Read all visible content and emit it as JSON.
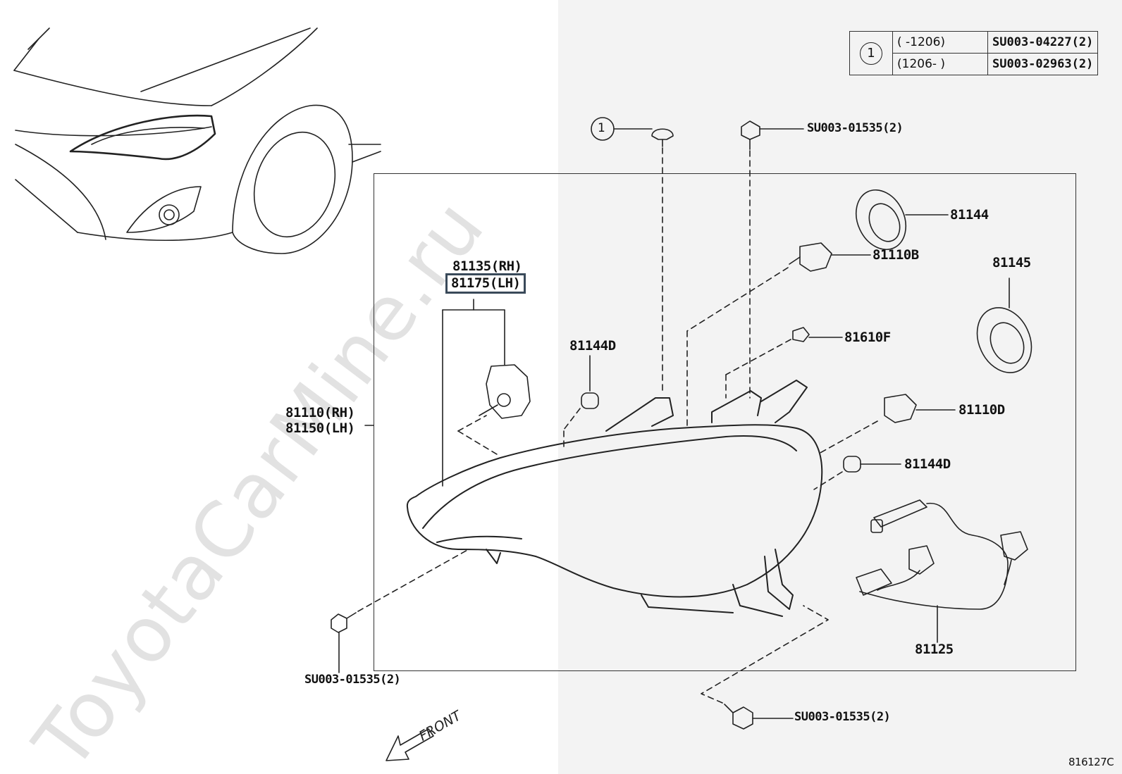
{
  "reference_table": {
    "symbol": "1",
    "rows": [
      {
        "range": "(      -1206)",
        "part": "SU003-04227(2)"
      },
      {
        "range": "(1206-      )",
        "part": "SU003-02963(2)"
      }
    ]
  },
  "callouts": {
    "clip_symbol": "1",
    "bolt_top": "SU003-01535(2)",
    "p81144": "81144",
    "p81110b": "81110B",
    "p81145": "81145",
    "p81135": "81135(RH)",
    "p81175": "81175(LH)",
    "p81144d_left": "81144D",
    "p81610f": "81610F",
    "p81110d": "81110D",
    "p81144d_right": "81144D",
    "p81110": "81110(RH)",
    "p81150": "81150(LH)",
    "p81125": "81125",
    "bolt_left": "SU003-01535(2)",
    "bolt_bottom": "SU003-01535(2)",
    "front": "FRONT",
    "figure_code": "816127C"
  },
  "watermark": "ToyotaCarMine.ru"
}
